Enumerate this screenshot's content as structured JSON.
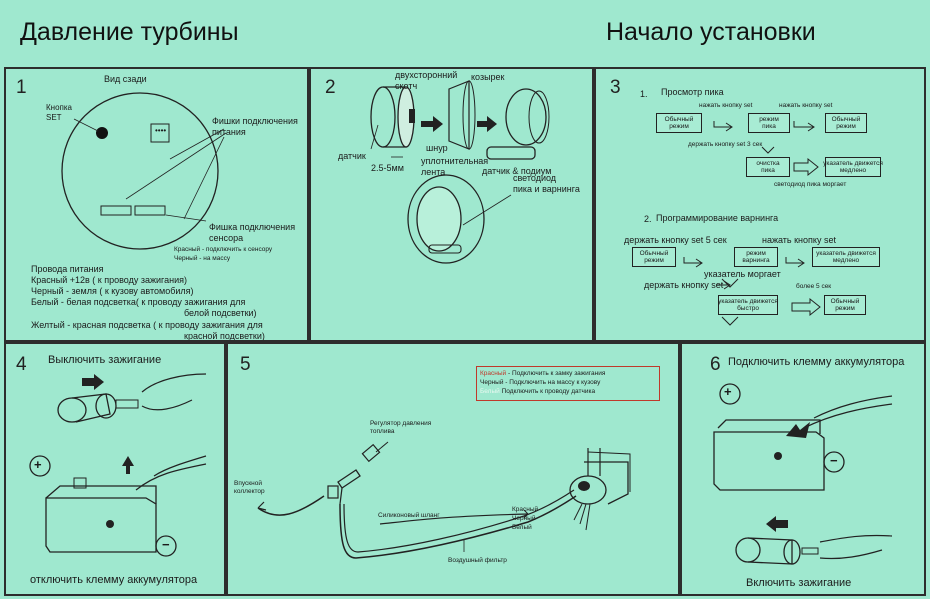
{
  "header": {
    "title_left": "Давление турбины",
    "title_right": "Начало установки"
  },
  "p1": {
    "num": "1",
    "rear_view": "Вид сзади",
    "button_label": "Кнопка\nSET",
    "power_plugs": "Фишки подключения\nпитания",
    "sensor_plug": "Фишка подключения\nсенсора",
    "sensor_red": "Красный - подключить к сенсору",
    "sensor_black": "Черный   - на массу",
    "power_title": "Провода питания",
    "red": "Красный  +12в ( к проводу зажигания)",
    "black": "Черный - земля ( к кузову автомобиля)",
    "white1": "Белый - белая подсветка( к проводу зажигания для",
    "white2": "белой подсветки)",
    "yellow1": "Желтый - красная подсветка ( к проводу зажигания для",
    "yellow2": "красной подсветки)",
    "connector_dots": "••••"
  },
  "p2": {
    "num": "2",
    "tape": "двухсторонний\nскотч",
    "visor": "козырек",
    "sensor": "датчик",
    "cord": "шнур",
    "seal": "уплотнительная\nлента",
    "size": "2.5-5мм",
    "sensor_pod": "датчик & подиум",
    "led": "светодиод\nпика и варнинга"
  },
  "p3": {
    "num": "3",
    "s1_num": "1.",
    "s1_title": "Просмотр пика",
    "press1": "нажать кнопку set",
    "press2": "нажать кнопку set",
    "normal1": "Обычный\nрежим",
    "peak": "режим\nпика",
    "normal2": "Обычный\nрежим",
    "hold3": "держать кнопку set 3 сек",
    "clear": "очистка\nпика",
    "needle_slow": "указатель движется\nмедлено",
    "normal3": "Обычный\nрежим",
    "led_blink": "светодиод пика моргает",
    "s2_num": "2.",
    "s2_title": "Программирование варнинга",
    "hold5": "держать кнопку set 5 сек",
    "press3": "нажать кнопку set",
    "normal4": "Обычный\nрежим",
    "warning_mode": "режим\nварнинга",
    "needle_slow2": "указатель движется\nмедлено",
    "needle_blinks": "указатель моргает",
    "hold_set": "держать кнопку set",
    "more5": "более 5 сек",
    "needle_fast": "указатель движется\nбыстро",
    "normal5": "Обычный\nрежим"
  },
  "p4": {
    "num": "4",
    "ign_off": "Выключить зажигание",
    "disconnect": "отключить клемму аккумулятора",
    "plus": "+",
    "minus": "−"
  },
  "p5": {
    "num": "5",
    "red_label": "Красный",
    "red_rest": " - Подключить к замку зажигания",
    "black_line": "Черный - Подключить на массу к кузову",
    "white_label": "Белый",
    "white_rest": "  Подключить к проводу датчика",
    "regulator": "Регулятор давления\nтоплива",
    "intake": "Впускной\nколлектор",
    "hose": "Силиконовый шланг",
    "wire_red": "Красный",
    "wire_black": "Черный",
    "wire_white": "Белый",
    "air_filter": "Воздушный фильтр"
  },
  "p6": {
    "num": "6",
    "connect": "Подключить клемму аккумулятора",
    "ign_on": "Включить зажигание",
    "plus": "+",
    "minus": "−"
  }
}
